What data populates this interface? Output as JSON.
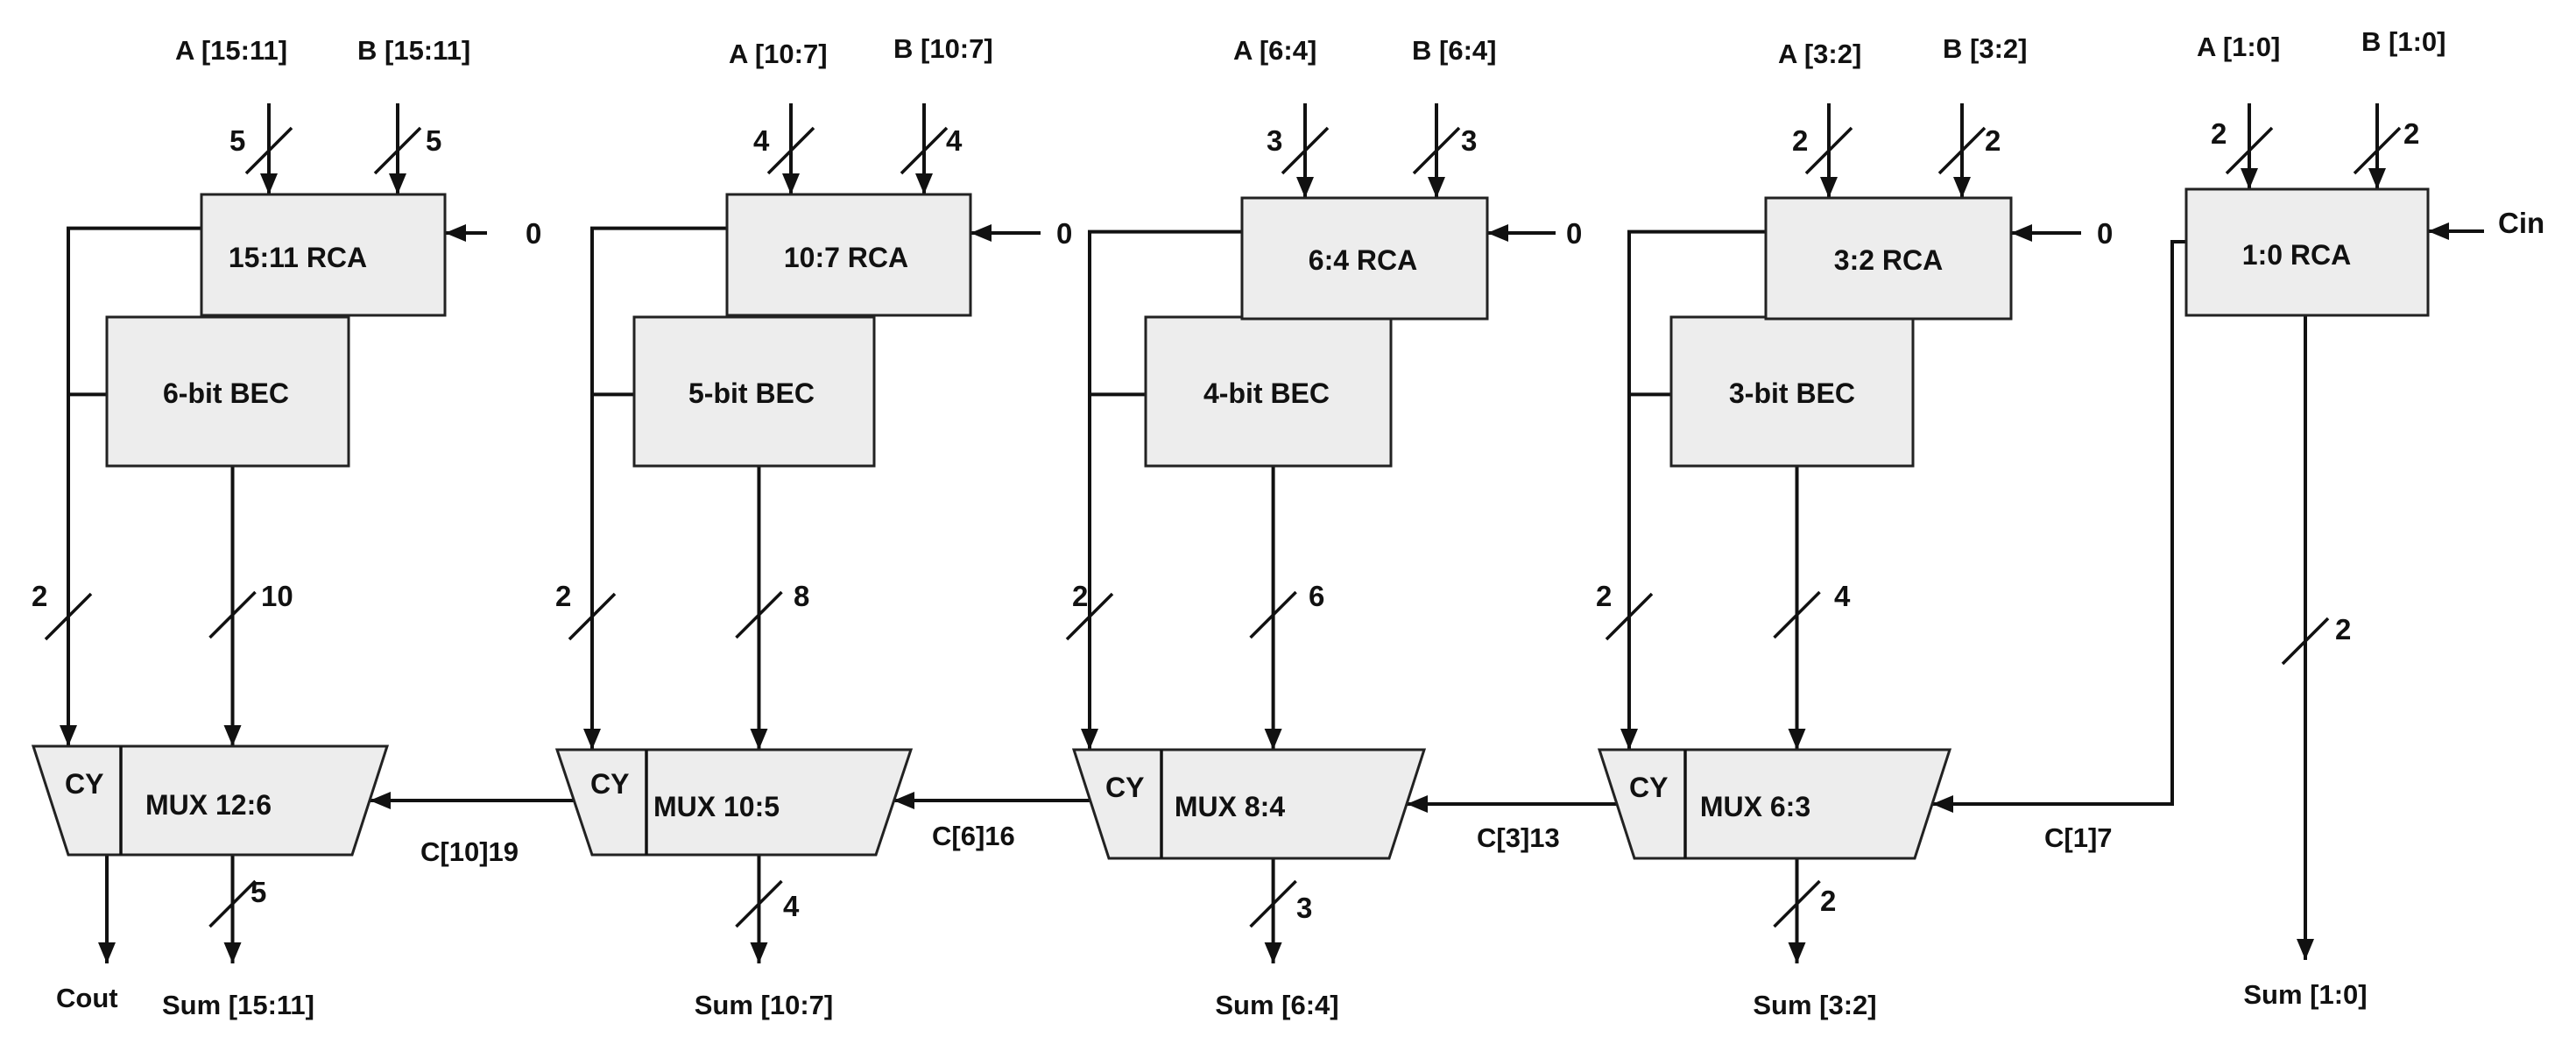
{
  "inputs": [
    {
      "a": "A [15:11]",
      "b": "B [15:11]",
      "wa": "5",
      "wb": "5"
    },
    {
      "a": "A [10:7]",
      "b": "B [10:7]",
      "wa": "4",
      "wb": "4"
    },
    {
      "a": "A [6:4]",
      "b": "B [6:4]",
      "wa": "3",
      "wb": "3"
    },
    {
      "a": "A [3:2]",
      "b": "B [3:2]",
      "wa": "2",
      "wb": "2"
    },
    {
      "a": "A [1:0]",
      "b": "B [1:0]",
      "wa": "2",
      "wb": "2"
    }
  ],
  "rca": [
    "15:11 RCA",
    "10:7 RCA",
    "6:4 RCA",
    "3:2 RCA",
    "1:0 RCA"
  ],
  "carry_in": [
    "0",
    "0",
    "0",
    "0",
    "Cin"
  ],
  "bec": [
    "6-bit BEC",
    "5-bit BEC",
    "4-bit BEC",
    "3-bit BEC"
  ],
  "carry_bus_width": [
    "2",
    "2",
    "2",
    "2"
  ],
  "bec_bus_width": [
    "10",
    "8",
    "6",
    "4"
  ],
  "rca0_bus_width": "2",
  "mux": [
    "MUX 12:6",
    "MUX 10:5",
    "MUX 8:4",
    "MUX 6:3"
  ],
  "cy_label": "CY",
  "carry_signals": [
    "C[10]19",
    "C[6]16",
    "C[3]13",
    "C[1]7"
  ],
  "sum_width": [
    "5",
    "4",
    "3",
    "2"
  ],
  "sums": [
    "Sum [15:11]",
    "Sum [10:7]",
    "Sum [6:4]",
    "Sum [3:2]",
    "Sum [1:0]"
  ],
  "cout": "Cout"
}
